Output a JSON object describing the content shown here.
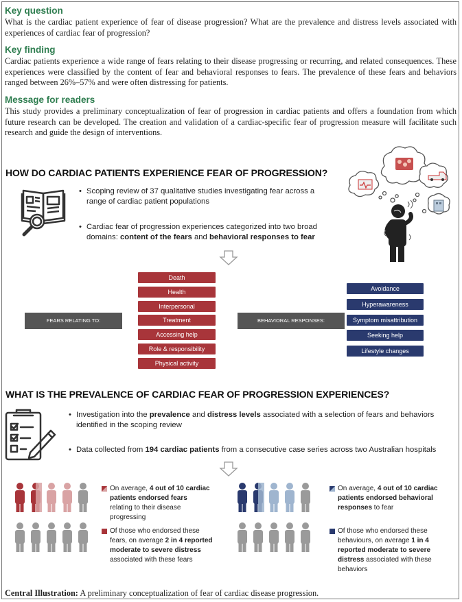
{
  "key_question": {
    "heading": "Key question",
    "text": "What is the cardiac patient experience of fear of disease progression? What are the prevalence and distress levels associated with experiences of cardiac fear of progression?"
  },
  "key_finding": {
    "heading": "Key finding",
    "text": "Cardiac patients experience a wide range of fears relating to their disease progressing or recurring, and related consequences. These experiences were classified by the content of fear and behavioral responses to fears. The prevalence of these fears and behaviors ranged between 26%–57% and were often distressing for patients."
  },
  "message": {
    "heading": "Message for readers",
    "text": "This study provides a preliminary conceptualization of fear of progression in cardiac patients and offers a foundation from which future research can be developed. The creation and validation of a cardiac-specific fear of progression measure will facilitate such research and guide the design of interventions."
  },
  "section1": {
    "title": "HOW DO CARDIAC PATIENTS EXPERIENCE FEAR OF PROGRESSION?",
    "bullet1": "Scoping review of 37 qualitative studies investigating fear across a range of cardiac patient populations",
    "bullet2_pre": "Cardiac fear of progression experiences categorized into two broad domains: ",
    "bullet2_b1": "content of the fears",
    "bullet2_mid": " and ",
    "bullet2_b2": "behavioral responses to fear",
    "fears_label": "FEARS RELATING TO:",
    "behav_label": "BEHAVIORAL RESPONSES:",
    "fears": [
      "Death",
      "Health",
      "Interpersonal",
      "Treatment",
      "Accessing help",
      "Role & responsibility",
      "Physical activity"
    ],
    "behaviors": [
      "Avoidance",
      "Hyperawareness",
      "Symptom misattribution",
      "Seeking help",
      "Lifestyle changes"
    ]
  },
  "section2": {
    "title": "WHAT IS THE PREVALENCE OF CARDIAC FEAR OF PROGRESSION EXPERIENCES?",
    "bullet1_pre": "Investigation into the ",
    "bullet1_b1": "prevalence",
    "bullet1_mid": " and ",
    "bullet1_b2": "distress levels",
    "bullet1_post": " associated with a selection of fears and behaviors identified in the scoping review",
    "bullet2_pre": "Data collected from ",
    "bullet2_b": "194 cardiac patients",
    "bullet2_post": " from a consecutive case series across two Australian hospitals",
    "fear_legend1_pre": "On average, ",
    "fear_legend1_b": "4 out of 10 cardiac patients endorsed fears",
    "fear_legend1_post": " relating to their disease progressing",
    "fear_legend2_pre": "Of those who endorsed these fears, on average ",
    "fear_legend2_b": "2 in 4 reported moderate to severe distress",
    "fear_legend2_post": " associated with these fears",
    "beh_legend1_pre": "On average, ",
    "beh_legend1_b": "4 out of 10 cardiac patients endorsed behavioral responses",
    "beh_legend1_post": " to fear",
    "beh_legend2_pre": "Of those who endorsed these behaviours, on average ",
    "beh_legend2_b": "1 in 4 reported moderate to severe distress",
    "beh_legend2_post": " associated with these behaviors"
  },
  "caption": {
    "label": "Central Illustration:",
    "text": " A preliminary conceptualization of fear of cardiac disease progression."
  },
  "colors": {
    "green": "#2e7d4f",
    "red": "#a8353a",
    "light_red": "#d9a3a4",
    "navy": "#2a3a6e",
    "light_blue": "#9fb5cf",
    "gray": "#9a9a9a"
  }
}
